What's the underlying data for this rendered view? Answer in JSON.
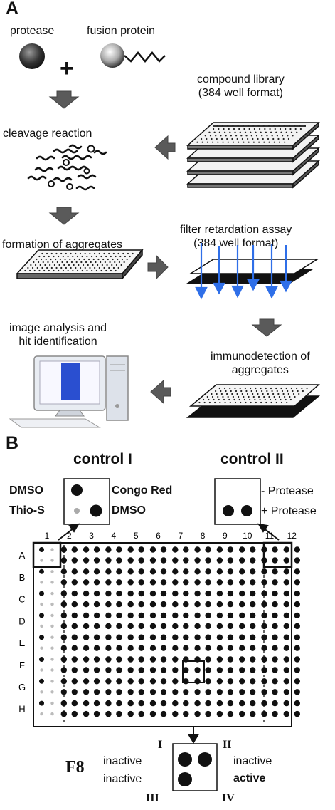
{
  "panelA": {
    "letter": "A",
    "protease": "protease",
    "fusion_protein": "fusion protein",
    "plus": "+",
    "cleavage_reaction": "cleavage reaction",
    "compound_library_line1": "compound library",
    "compound_library_line2": "(384 well format)",
    "filter_assay_line1": "filter retardation assay",
    "filter_assay_line2": "(384 well format)",
    "formation_aggregates": "formation of aggregates",
    "image_analysis_line1": "image analysis and",
    "image_analysis_line2": "hit identification",
    "immunodetection_line1": "immunodetection of",
    "immunodetection_line2": "aggregates"
  },
  "panelB": {
    "letter": "B",
    "control1": {
      "title": "control I",
      "left_top": "DMSO",
      "left_bottom": "Thio-S",
      "right_top": "Congo Red",
      "right_bottom": "DMSO"
    },
    "control2": {
      "title": "control II",
      "minus": "- Protease",
      "plus": "+ Protease"
    },
    "columns": [
      "1",
      "2",
      "3",
      "4",
      "5",
      "6",
      "7",
      "8",
      "9",
      "10",
      "11",
      "12"
    ],
    "rows": [
      "A",
      "B",
      "C",
      "D",
      "E",
      "F",
      "G",
      "H"
    ],
    "f8": {
      "label": "F8",
      "q1": "I",
      "q2": "II",
      "q3": "III",
      "q4": "IV",
      "left_top": "inactive",
      "left_bottom": "inactive",
      "right_top": "inactive",
      "right_bottom": "active"
    }
  },
  "colors": {
    "arrow_gray": "#5a5a5a",
    "filter_blue": "#2f6fe8",
    "screen_blue": "#2a4fd0"
  }
}
